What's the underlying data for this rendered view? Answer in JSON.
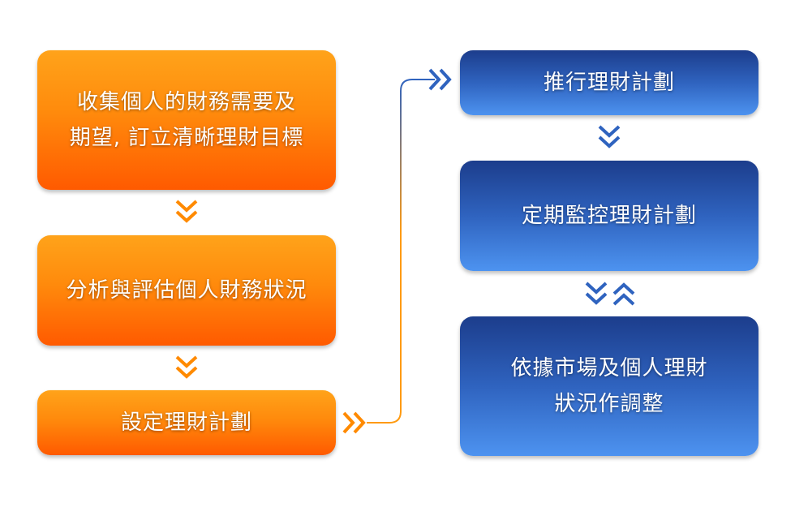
{
  "steps_left": [
    {
      "lines": [
        "收集個人的財務需要及",
        "期望, 訂立清晰理財目標"
      ]
    },
    {
      "lines": [
        "分析與評估個人財務狀況"
      ]
    },
    {
      "lines": [
        "設定理財計劃"
      ]
    }
  ],
  "steps_right": [
    {
      "lines": [
        "推行理財計劃"
      ]
    },
    {
      "lines": [
        "定期監控理財計劃"
      ]
    },
    {
      "lines": [
        "依據市場及個人理財",
        "狀況作調整"
      ]
    }
  ],
  "colors": {
    "orange_top": "#ffa31a",
    "orange_bottom": "#ff5a00",
    "blue_top": "#1c3d8c",
    "blue_bottom": "#4d93f0",
    "orange_arrow": "#ff8a00",
    "blue_arrow": "#2f63bf"
  },
  "icons": {
    "down_orange": "double-chevron-down-icon",
    "right_orange": "double-chevron-right-icon",
    "right_blue": "double-chevron-right-icon",
    "down_blue": "double-chevron-down-icon",
    "up_blue": "double-chevron-up-icon"
  }
}
